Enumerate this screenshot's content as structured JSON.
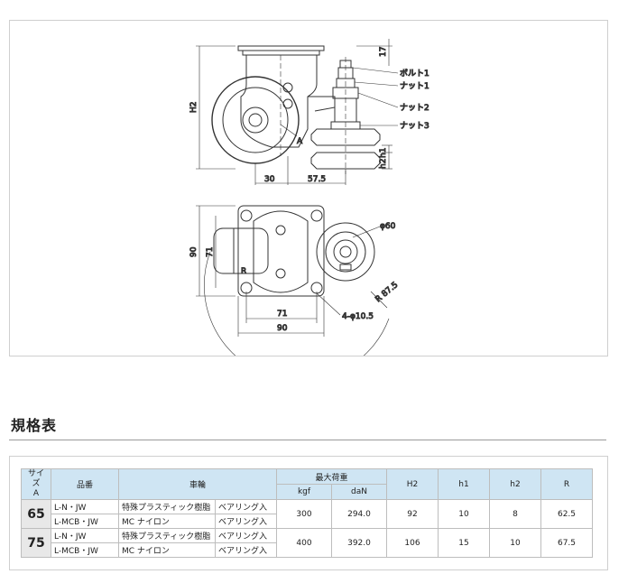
{
  "drawing": {
    "callouts": {
      "bolt1": "ボルト1",
      "nut1": "ナット1",
      "nut2": "ナット2",
      "nut3": "ナット3"
    },
    "dims": {
      "d17": "17",
      "h1": "h1",
      "h2": "h2",
      "H2": "H2",
      "A": "A",
      "d30": "30",
      "d57_5": "57.5",
      "d90_side": "90",
      "d71_side": "71",
      "R": "R",
      "phi60": "φ60",
      "R87_5": "R 87.5",
      "hole": "4-φ10.5",
      "d71_bottom": "71",
      "d90_bottom": "90"
    }
  },
  "section": {
    "title": "規格表"
  },
  "table": {
    "headers": {
      "size": "サイズ",
      "size_sub": "A",
      "part": "品番",
      "wheel": "車輪",
      "max_load": "最大荷重",
      "kgf": "kgf",
      "dan": "daN",
      "H2": "H2",
      "h1": "h1",
      "h2": "h2",
      "R": "R"
    },
    "rows": [
      {
        "size": "65",
        "parts": [
          "L-N・JW",
          "L-MCB・JW"
        ],
        "wheel": [
          "特殊プラスティック樹脂",
          "MC ナイロン"
        ],
        "bearing": [
          "ベアリング入",
          "ベアリング入"
        ],
        "kgf": "300",
        "dan": "294.0",
        "H2": "92",
        "h1": "10",
        "h2": "8",
        "R": "62.5"
      },
      {
        "size": "75",
        "parts": [
          "L-N・JW",
          "L-MCB・JW"
        ],
        "wheel": [
          "特殊プラスティック樹脂",
          "MC ナイロン"
        ],
        "bearing": [
          "ベアリング入",
          "ベアリング入"
        ],
        "kgf": "400",
        "dan": "392.0",
        "H2": "106",
        "h1": "15",
        "h2": "10",
        "R": "67.5"
      }
    ]
  }
}
